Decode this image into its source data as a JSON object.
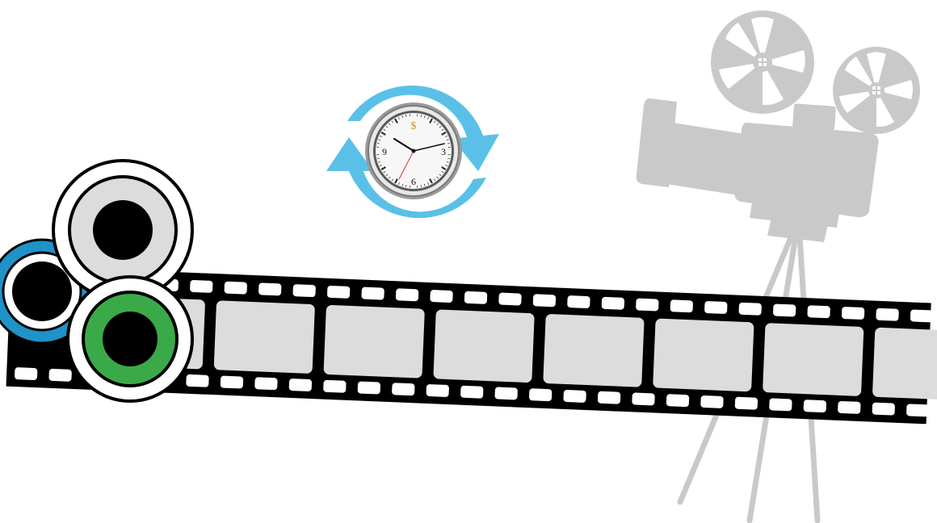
{
  "scene": {
    "background_color": "#ffffff"
  },
  "clock": {
    "dial_numbers": [
      "9",
      "3",
      "6"
    ],
    "symbol": "$",
    "arrow_color": "#5bc0e8",
    "second_hand_color": "#d9302a"
  },
  "film_strip": {
    "frame_count": 9,
    "frame_color": "#dcdcdc",
    "strip_color": "#000000"
  },
  "reels": {
    "colors": {
      "blue_ring": "#1f93c7",
      "gray_ring": "#dcdcdc",
      "green_ring": "#3aaa49"
    }
  },
  "projector": {
    "color": "#c9c9c9"
  },
  "icons": [
    "clock-icon",
    "refresh-arrows-icon",
    "film-reel-icon",
    "film-strip-icon",
    "movie-camera-icon"
  ]
}
